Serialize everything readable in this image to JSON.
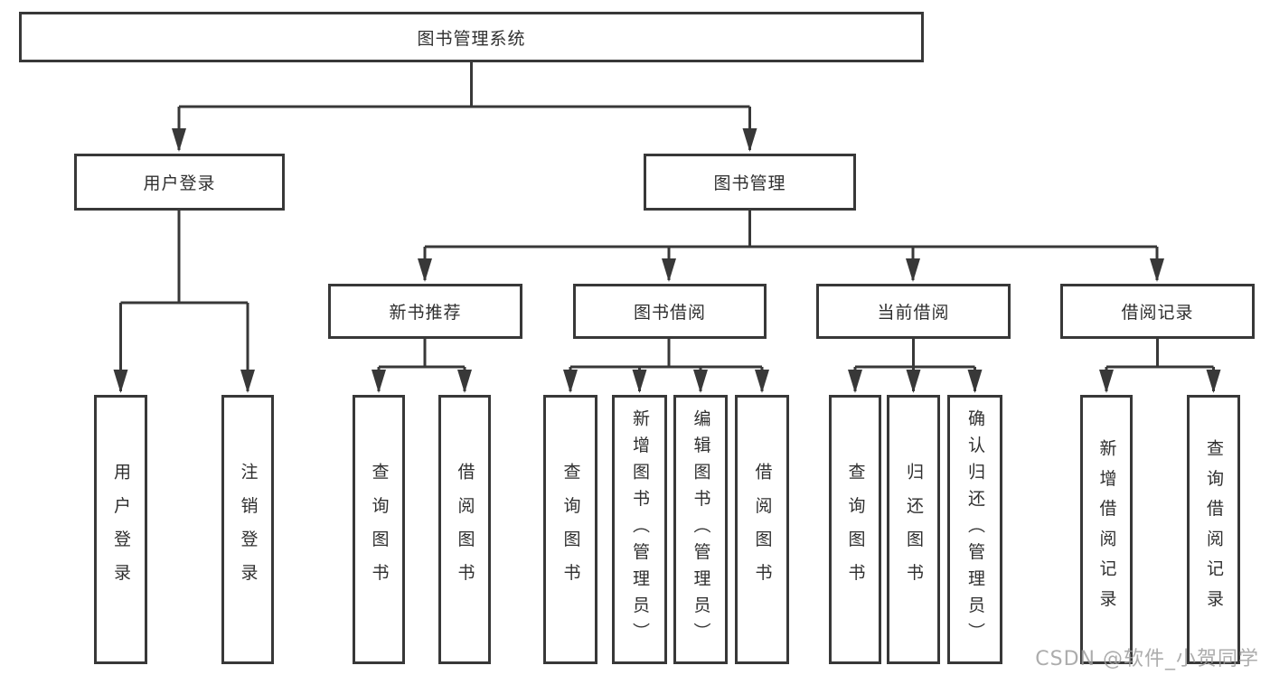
{
  "colors": {
    "line": "#383838",
    "box_border": "#383838",
    "text": "#2f2f2f",
    "watermark": "#9e9e9e",
    "background": "#ffffff"
  },
  "tree": {
    "root": {
      "label": "图书管理系统"
    },
    "children": [
      {
        "label": "用户登录",
        "children": [
          {
            "label": "用户登录"
          },
          {
            "label": "注销登录"
          }
        ]
      },
      {
        "label": "图书管理",
        "children": [
          {
            "label": "新书推荐",
            "children": [
              {
                "label": "查询图书"
              },
              {
                "label": "借阅图书"
              }
            ]
          },
          {
            "label": "图书借阅",
            "children": [
              {
                "label": "查询图书"
              },
              {
                "label": "新增图书（管理员）"
              },
              {
                "label": "编辑图书（管理员）"
              },
              {
                "label": "借阅图书"
              }
            ]
          },
          {
            "label": "当前借阅",
            "children": [
              {
                "label": "查询图书"
              },
              {
                "label": "归还图书"
              },
              {
                "label": "确认归还（管理员）"
              }
            ]
          },
          {
            "label": "借阅记录",
            "children": [
              {
                "label": "新增借阅记录"
              },
              {
                "label": "查询借阅记录"
              }
            ]
          }
        ]
      }
    ]
  },
  "watermark": {
    "text": "CSDN @软件_小贺同学"
  }
}
